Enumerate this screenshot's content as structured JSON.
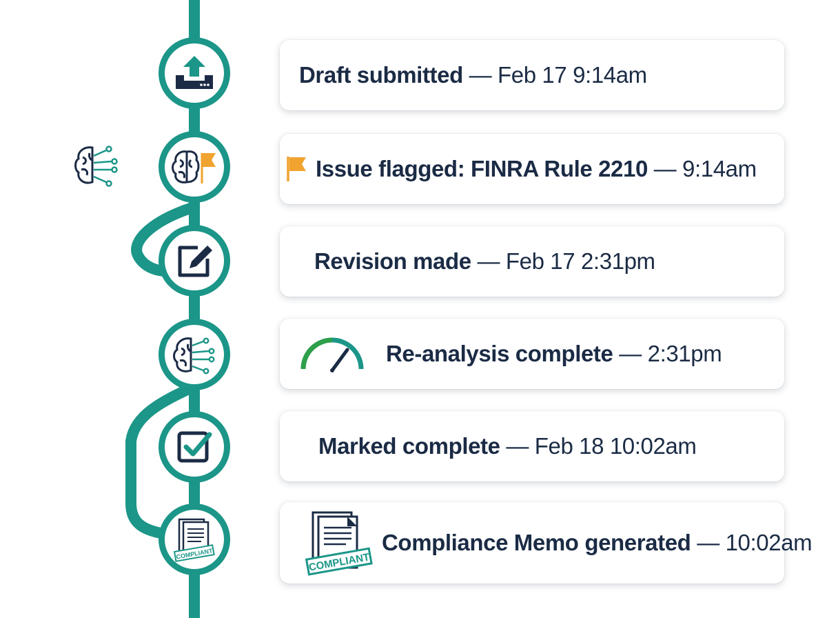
{
  "colors": {
    "rail": "#1b9688",
    "text": "#1b2b45",
    "flag": "#f0a32e",
    "gauge_green": "#2e9f4a",
    "card_bg": "#ffffff"
  },
  "side_icon": "brain-circuit-icon",
  "events": [
    {
      "title": "Draft submitted",
      "sep": " — ",
      "time": "Feb 17 9:14am",
      "node_icon": "upload-tray-icon",
      "lead_icon": ""
    },
    {
      "title": "Issue flagged: FINRA Rule 2210",
      "sep": " — ",
      "time": "9:14am",
      "node_icon": "brain-flag-icon",
      "lead_icon": "flag-icon"
    },
    {
      "title": "Revision made",
      "sep": " — ",
      "time": "Feb 17 2:31pm",
      "node_icon": "edit-pencil-icon",
      "lead_icon": ""
    },
    {
      "title": "Re-analysis complete",
      "sep": " — ",
      "time": "2:31pm",
      "node_icon": "brain-circuit-icon",
      "lead_icon": "gauge-icon"
    },
    {
      "title": "Marked complete",
      "sep": " — ",
      "time": "Feb 18 10:02am",
      "node_icon": "checkbox-icon",
      "lead_icon": ""
    },
    {
      "title": "Compliance Memo generated",
      "sep": " — ",
      "time": "10:02am",
      "node_icon": "compliant-document-icon",
      "lead_icon": "compliant-document-icon"
    }
  ],
  "stamp_text": "COMPLIANT"
}
